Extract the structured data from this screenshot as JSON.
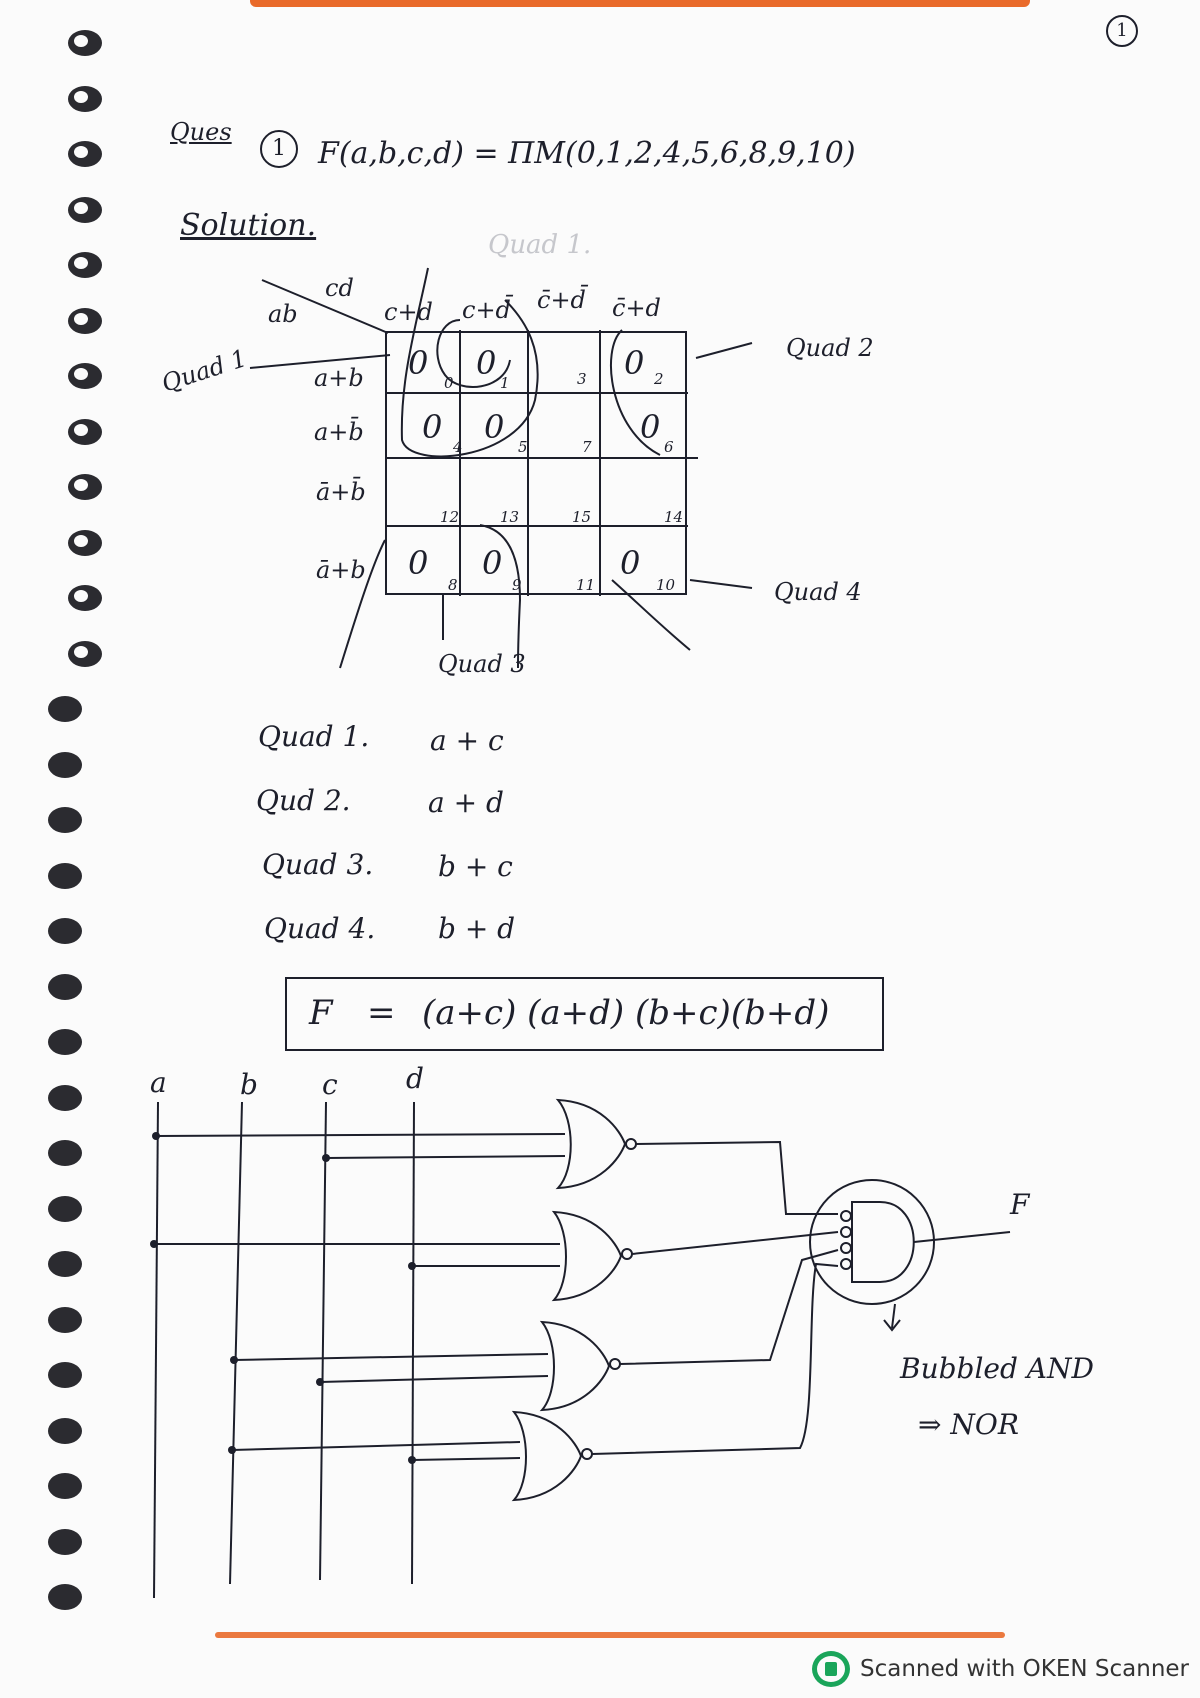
{
  "page_number": "1",
  "question": {
    "label": "Ques",
    "number": "1",
    "expression": "F(a,b,c,d) = ΠM(0,1,2,4,5,6,8,9,10)"
  },
  "solution_label": "Solution.",
  "ghost_text": "Quad 1.",
  "kmap": {
    "corner_cd": "cd",
    "corner_ab": "ab",
    "col_headers": [
      "c+d",
      "c+d̄",
      "c̄+d̄",
      "c̄+d"
    ],
    "row_headers": [
      "a+b",
      "a+b̄",
      "ā+b̄",
      "ā+b"
    ],
    "cells": [
      [
        "0",
        "0",
        "",
        ""
      ],
      [
        "0",
        "0",
        "",
        ""
      ],
      [
        "",
        "",
        "",
        ""
      ],
      [
        "0",
        "0",
        "",
        "0"
      ]
    ],
    "cells_extra": {
      "r0c3": "0",
      "r1c3": "0"
    },
    "indices": [
      [
        "0",
        "1",
        "3",
        "2"
      ],
      [
        "4",
        "5",
        "7",
        "6"
      ],
      [
        "12",
        "13",
        "15",
        "14"
      ],
      [
        "8",
        "9",
        "11",
        "10"
      ]
    ],
    "labels": [
      "Quad 1",
      "Quad 2",
      "Quad 3",
      "Quad 4"
    ]
  },
  "quads": [
    {
      "name": "Quad 1.",
      "term": "a + c"
    },
    {
      "name": "Qud 2.",
      "term": "a + d"
    },
    {
      "name": "Quad 3.",
      "term": "b + c"
    },
    {
      "name": "Quad 4.",
      "term": "b + d"
    }
  ],
  "final": {
    "lhs": "F",
    "eq": "=",
    "rhs": "(a+c) (a+d) (b+c)(b+d)"
  },
  "circuit": {
    "inputs": [
      "a",
      "b",
      "c",
      "d"
    ],
    "output": "F",
    "note_line1": "Bubbled AND",
    "note_line2": "⇒ NOR"
  },
  "scanner_text": "Scanned with OKEN Scanner"
}
